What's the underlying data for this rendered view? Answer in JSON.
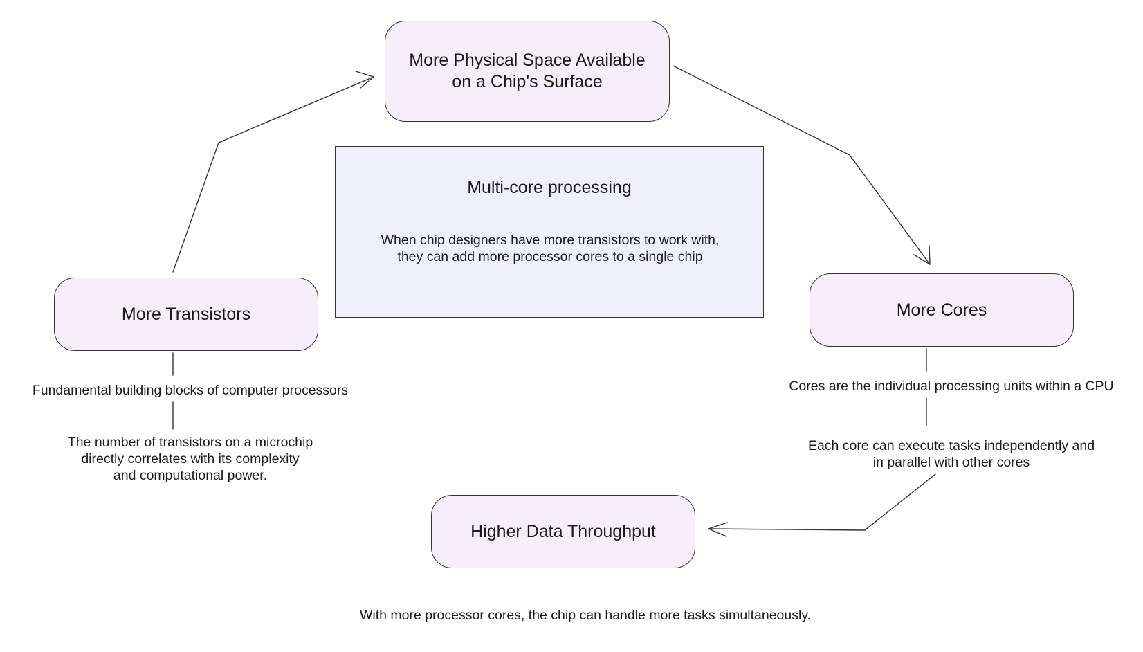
{
  "diagram": {
    "nodes": {
      "physical_space": "More Physical Space Available\non a Chip's Surface",
      "transistors": "More Transistors",
      "cores": "More Cores",
      "throughput": "Higher Data Throughput"
    },
    "center_panel": {
      "title": "Multi-core processing",
      "body": "When chip designers have more transistors to work with,\nthey can add more processor cores to a single chip"
    },
    "notes": {
      "transistor_definition": "Fundamental building blocks of computer processors",
      "transistor_count": "The number of transistors on a microchip\ndirectly correlates with its complexity\nand computational power.",
      "cores_definition": "Cores are the individual processing units within a CPU",
      "cores_parallel": "Each core can execute tasks independently and\nin parallel with other cores",
      "footer": "With more processor cores, the chip can handle more tasks simultaneously."
    },
    "colors": {
      "node_fill": "#f6effb",
      "panel_fill": "#f0f0fd",
      "stroke": "#333333"
    }
  }
}
